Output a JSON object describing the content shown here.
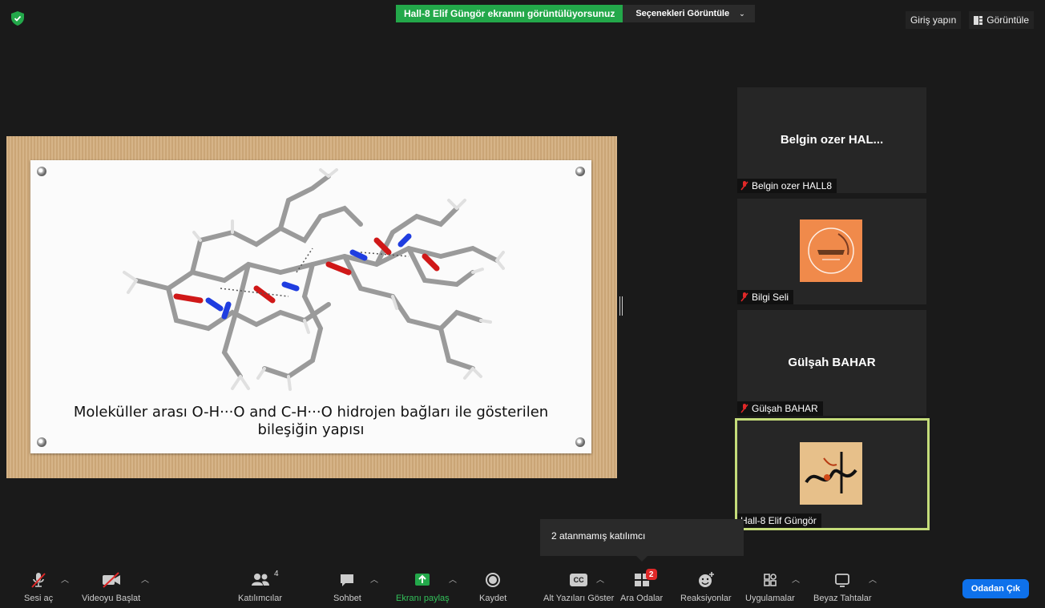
{
  "banner": {
    "sharing_text": "Hall-8 Elif Güngör ekranını görüntülüyorsunuz",
    "options_label": "Seçenekleri Görüntüle"
  },
  "top_right": {
    "sign_in": "Giriş yapın",
    "view": "Görüntüle"
  },
  "shared_content": {
    "caption_line1": "Moleküller arası O-H···O and C-H···O hidrojen bağları ile gösterilen",
    "caption_line2": "bileşiğin yapısı"
  },
  "participants": [
    {
      "display_name": "Belgin ozer  HAL...",
      "label": "Belgin ozer  HALL8",
      "muted": true
    },
    {
      "display_name": "",
      "label": "Bilgi Seli",
      "muted": true,
      "avatar": "bilgi-seli-logo"
    },
    {
      "display_name": "Gülşah BAHAR",
      "label": "Gülşah BAHAR",
      "muted": true
    },
    {
      "display_name": "",
      "label": "Hall-8 Elif Güngör",
      "muted": false,
      "avatar": "elif-calligraphy",
      "active": true
    }
  ],
  "tooltip": {
    "text": "2 atanmamış katılımcı"
  },
  "toolbar": {
    "audio": "Sesi aç",
    "video": "Videoyu Başlat",
    "participants": "Katılımcılar",
    "participants_count": "4",
    "chat": "Sohbet",
    "share": "Ekranı paylaş",
    "record": "Kaydet",
    "captions": "Alt Yazıları Göster",
    "captions_icon": "CC",
    "breakout": "Ara Odalar",
    "breakout_badge": "2",
    "reactions": "Reaksiyonlar",
    "apps": "Uygulamalar",
    "whiteboard": "Beyaz Tahtalar",
    "leave": "Odadan Çık"
  },
  "colors": {
    "share_green": "#23a84a",
    "active_border": "#c4dc7a",
    "leave_blue": "#0e71eb",
    "badge_red": "#e02828"
  }
}
